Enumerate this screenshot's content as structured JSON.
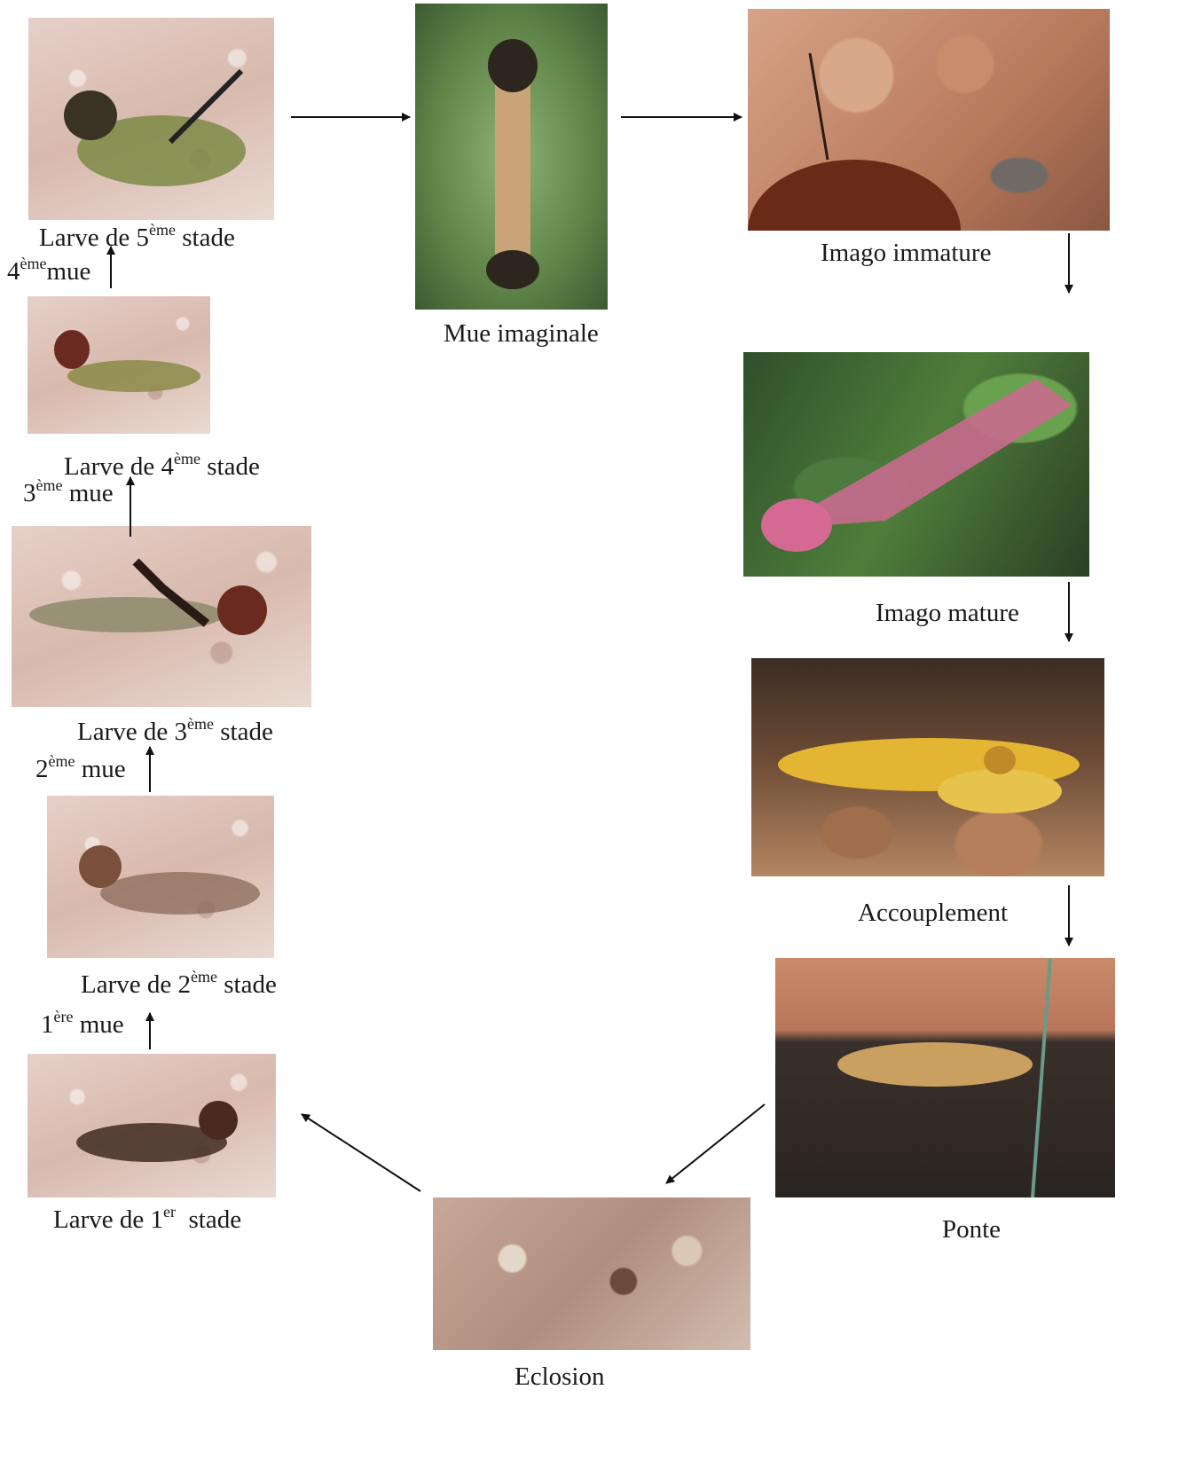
{
  "stages": {
    "mue_imaginale": "Mue imaginale",
    "imago_immature": "Imago immature",
    "imago_mature": "Imago mature",
    "accouplement": "Accouplement",
    "ponte": "Ponte",
    "eclosion": "Eclosion"
  },
  "larvae": {
    "l5": {
      "prefix": "Larve de 5",
      "sup": "ème",
      "suffix": " stade"
    },
    "l4": {
      "prefix": "Larve de 4",
      "sup": "ème",
      "suffix": " stade"
    },
    "l3": {
      "prefix": "Larve de 3",
      "sup": "ème",
      "suffix": " stade"
    },
    "l2": {
      "prefix": "Larve de 2",
      "sup": "ème",
      "suffix": " stade"
    },
    "l1": {
      "prefix": "Larve de 1",
      "sup": "er",
      "suffix": "  stade"
    }
  },
  "moults": {
    "m4": {
      "num": "4",
      "sup": "ème",
      "word": "mue"
    },
    "m3": {
      "num": "3",
      "sup": "ème",
      "word": " mue"
    },
    "m2": {
      "num": "2",
      "sup": "ème",
      "word": " mue"
    },
    "m1": {
      "num": "1",
      "sup": "ère",
      "word": " mue"
    }
  },
  "colors": {
    "arrow": "#111111",
    "text": "#1a1a1a"
  }
}
